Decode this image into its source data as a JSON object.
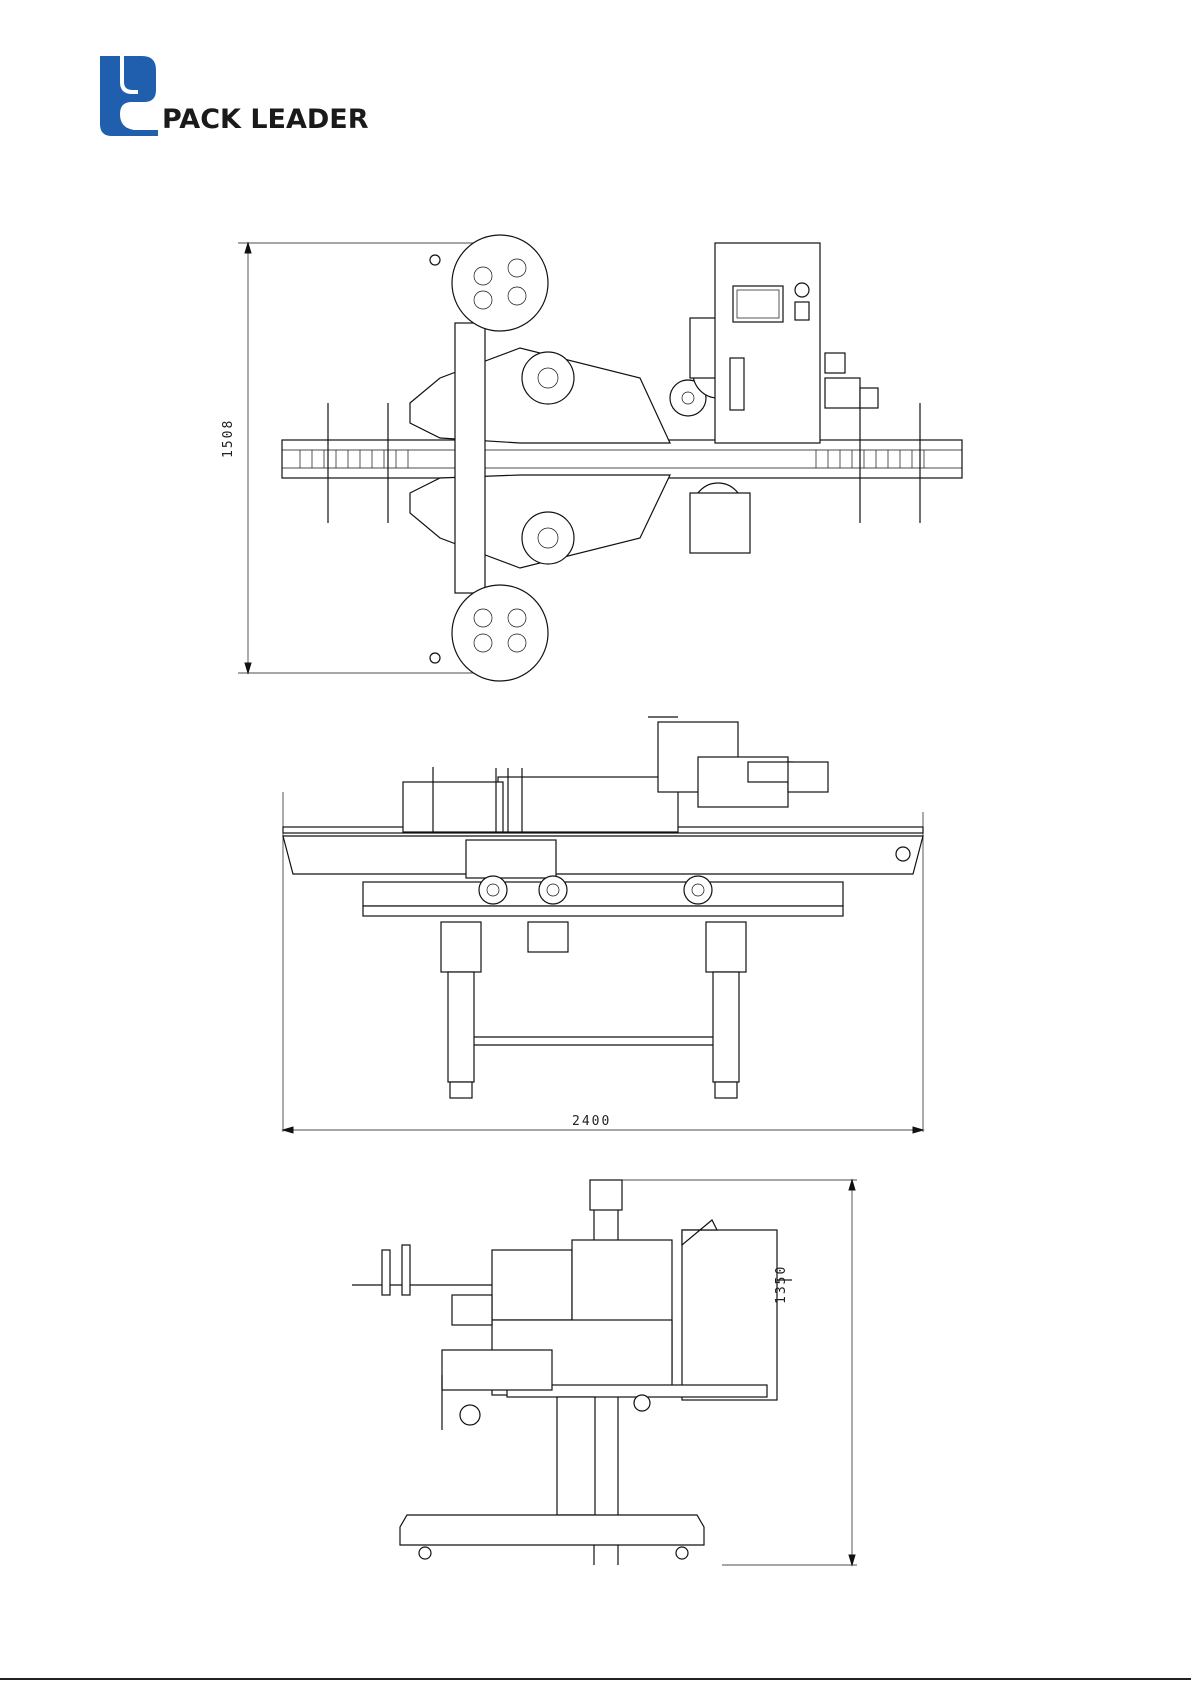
{
  "brand": {
    "name": "PACK LEADER",
    "logo_color": "#1f5fae"
  },
  "views": {
    "top": {
      "dimension": "1508"
    },
    "front": {
      "dimension": "2400"
    },
    "side": {
      "dimension": "1350"
    }
  }
}
